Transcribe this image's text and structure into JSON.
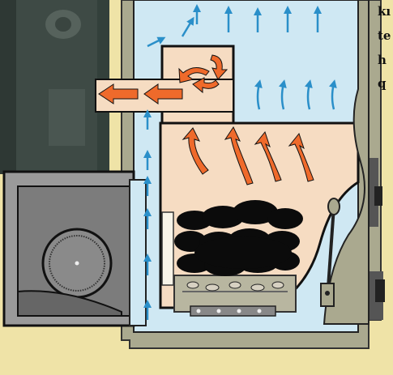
{
  "edge_text": {
    "line1": "kı",
    "line2": "te",
    "line3": "h",
    "line4": "q"
  },
  "colors": {
    "background": "#efe3a7",
    "water_jacket": "#cfe8f3",
    "combustion_chamber": "#f6dcc2",
    "furnace_body": "#aaa98f",
    "fan_housing": "#7c7c7c",
    "water_flow_arrow": "#2a8fc9",
    "hot_gas_arrow": "#ef6a2b",
    "fuel": "#0b0b0b"
  },
  "icons": [
    "water-flow-arrow",
    "hot-gas-arrow",
    "coal-fuel",
    "fan-rotor",
    "grate",
    "door-latch"
  ]
}
